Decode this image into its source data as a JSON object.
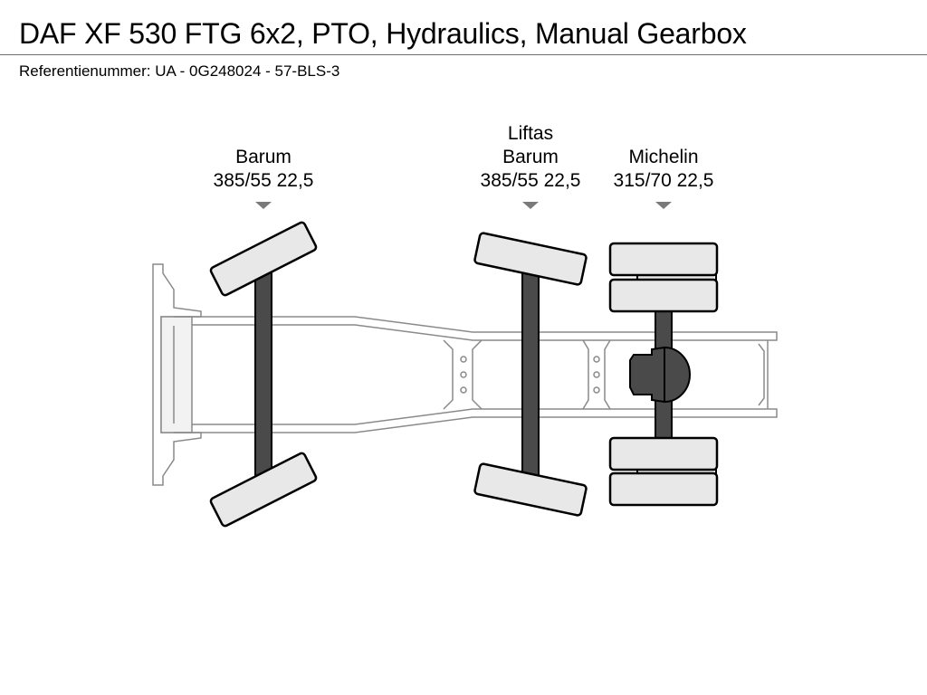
{
  "header": {
    "title": "DAF XF 530 FTG 6x2, PTO, Hydraulics, Manual Gearbox",
    "reference": "Referentienummer: UA - 0G248024 - 57-BLS-3"
  },
  "axles": [
    {
      "tag": "",
      "brand": "Barum",
      "size": "385/55 22,5"
    },
    {
      "tag": "Liftas",
      "brand": "Barum",
      "size": "385/55 22,5"
    },
    {
      "tag": "",
      "brand": "Michelin",
      "size": "315/70 22,5"
    }
  ],
  "colors": {
    "tire_fill": "#e8e8e8",
    "axle_fill": "#4a4a4a",
    "frame_stroke": "#8a8a8a",
    "marker": "#7a7a7a"
  }
}
